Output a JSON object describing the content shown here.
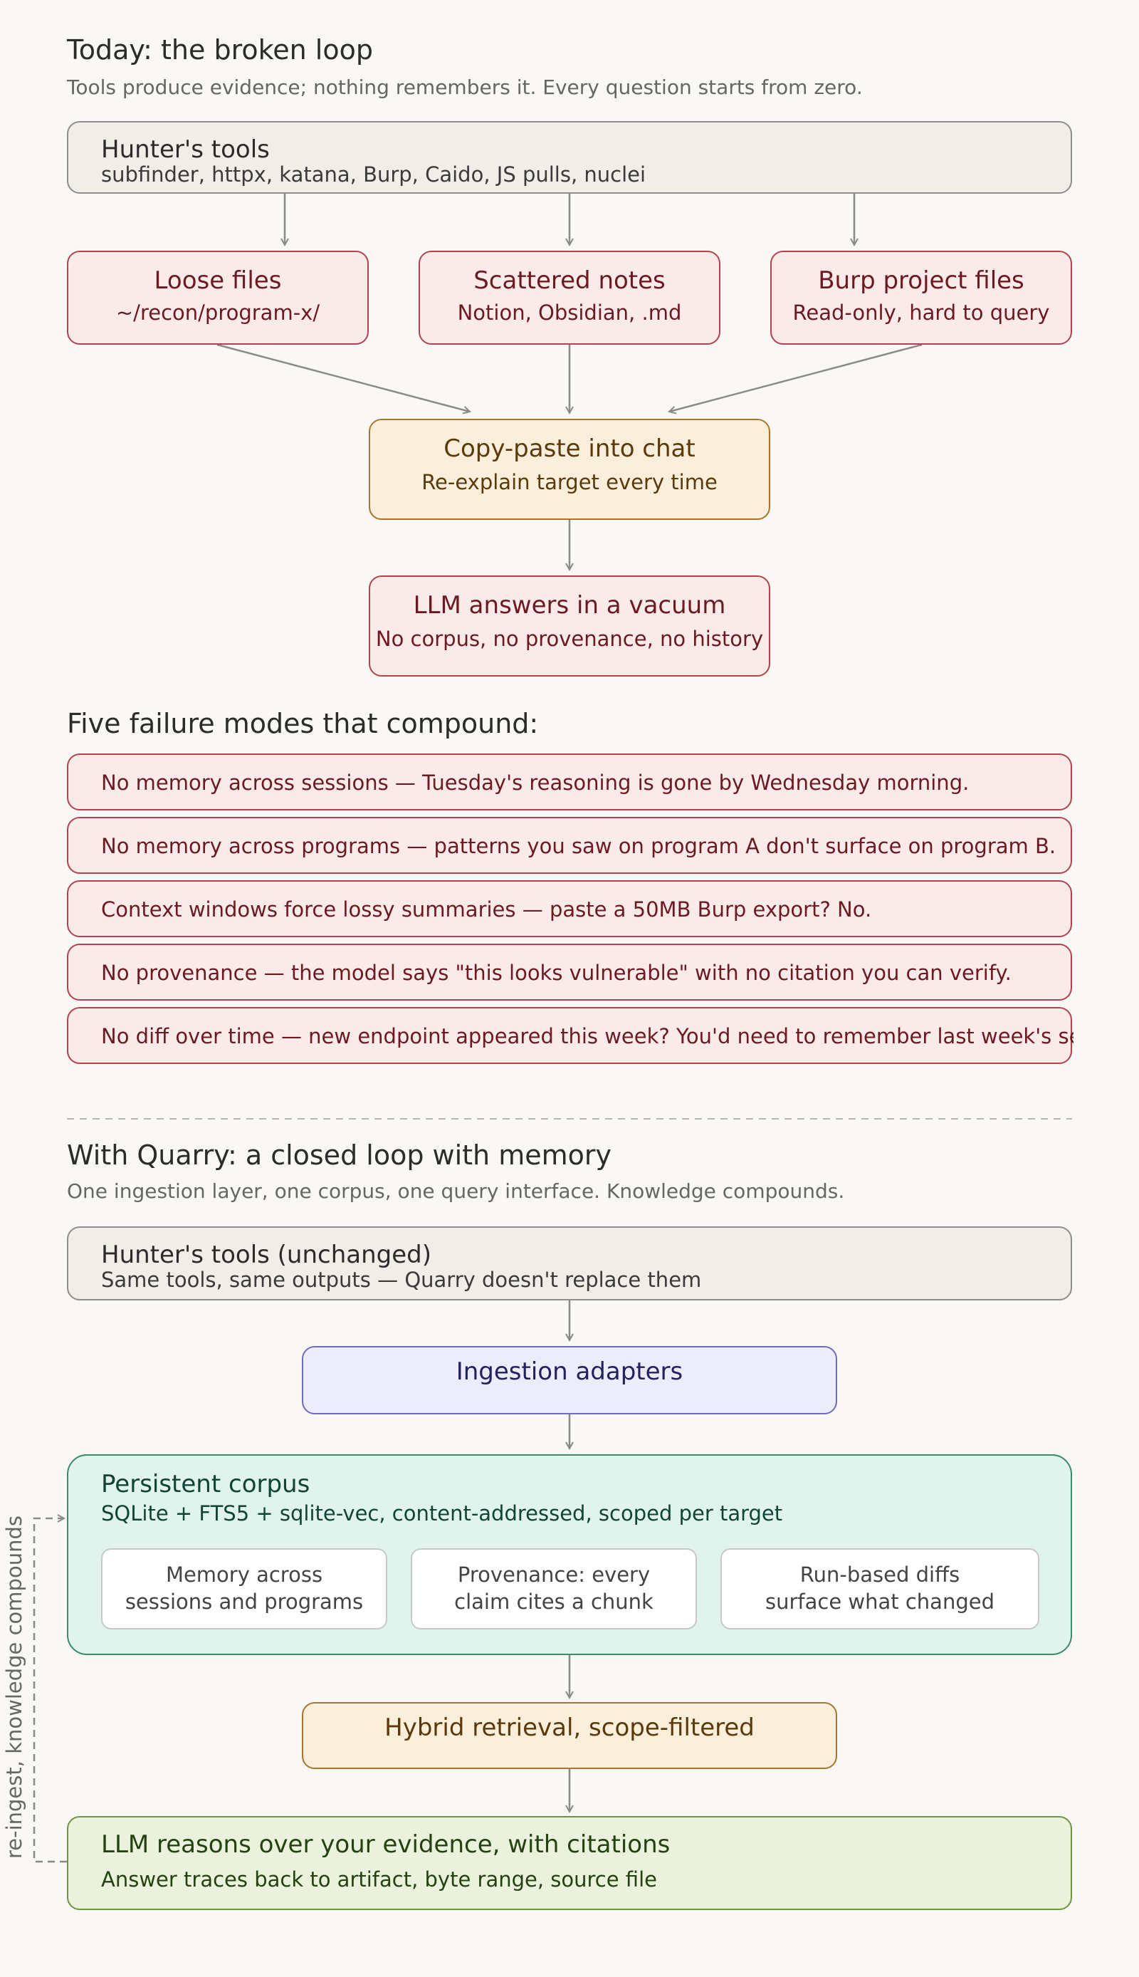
{
  "today": {
    "title": "Today: the broken loop",
    "subtitle": "Tools produce evidence; nothing remembers it. Every question starts from zero.",
    "tools": {
      "title": "Hunter's tools",
      "subtitle": "subfinder, httpx, katana, Burp, Caido, JS pulls, nuclei"
    },
    "sources": [
      {
        "title": "Loose files",
        "subtitle": "~/recon/program-x/"
      },
      {
        "title": "Scattered notes",
        "subtitle": "Notion, Obsidian, .md"
      },
      {
        "title": "Burp project files",
        "subtitle": "Read-only, hard to query"
      }
    ],
    "copy_paste": {
      "title": "Copy-paste into chat",
      "subtitle": "Re-explain target every time"
    },
    "llm": {
      "title": "LLM answers in a vacuum",
      "subtitle": "No corpus, no provenance, no history"
    }
  },
  "failures": {
    "title": "Five failure modes that compound:",
    "items": [
      "No memory across sessions — Tuesday's reasoning is gone by Wednesday morning.",
      "No memory across programs — patterns you saw on program A don't surface on program B.",
      "Context windows force lossy summaries — paste a 50MB Burp export? No.",
      "No provenance — the model says \"this looks vulnerable\" with no citation you can verify.",
      "No diff over time — new endpoint appeared this week? You'd need to remember last week's set."
    ]
  },
  "quarry": {
    "title": "With Quarry: a closed loop with memory",
    "subtitle": "One ingestion layer, one corpus, one query interface. Knowledge compounds.",
    "tools": {
      "title": "Hunter's tools (unchanged)",
      "subtitle": "Same tools, same outputs — Quarry doesn't replace them"
    },
    "ingestion": {
      "title": "Ingestion adapters"
    },
    "corpus": {
      "title": "Persistent corpus",
      "subtitle": "SQLite + FTS5 + sqlite-vec, content-addressed, scoped per target",
      "cells": [
        {
          "line1": "Memory across",
          "line2": "sessions and programs"
        },
        {
          "line1": "Provenance: every",
          "line2": "claim cites a chunk"
        },
        {
          "line1": "Run-based diffs",
          "line2": "surface what changed"
        }
      ]
    },
    "retrieval": {
      "title": "Hybrid retrieval, scope-filtered"
    },
    "llm": {
      "title": "LLM reasons over your evidence, with citations",
      "subtitle": "Answer traces back to artifact, byte range, source file"
    },
    "loop_label": "re-ingest, knowledge compounds"
  },
  "colors": {
    "red_fill": "#fbeaea",
    "red_border": "#b0434f",
    "orange_fill": "#fbeedb",
    "orange_border": "#a9742d",
    "blue_fill": "#ececfc",
    "blue_border": "#6e6cb4",
    "teal_fill": "#e0f3ec",
    "teal_border": "#3c8a6c",
    "green_fill": "#eaf2dd",
    "green_border": "#6d9242",
    "tools_fill": "#f1eee8",
    "arrow": "#8a8a8a"
  }
}
